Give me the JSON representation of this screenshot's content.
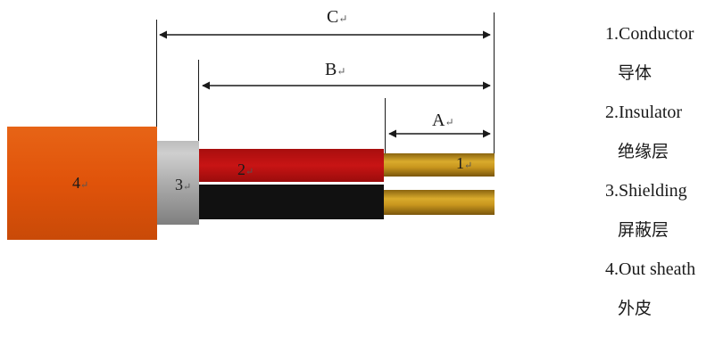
{
  "diagram": {
    "dimensions": [
      {
        "id": "dim-c",
        "letter": "C",
        "mark": "↵"
      },
      {
        "id": "dim-b",
        "letter": "B",
        "mark": "↵"
      },
      {
        "id": "dim-a",
        "letter": "A",
        "mark": "↵"
      }
    ],
    "layer_labels": [
      {
        "id": "sheath",
        "number": "4",
        "mark": "↵"
      },
      {
        "id": "shielding",
        "number": "3",
        "mark": "↵"
      },
      {
        "id": "insulator",
        "number": "2",
        "mark": "↵"
      },
      {
        "id": "conductor",
        "number": "1",
        "mark": "↵"
      }
    ],
    "colors": {
      "sheath": "#e0530a",
      "shielding": "#9c9c9c",
      "insulator_red": "#c01111",
      "insulator_black": "#111111",
      "conductor": "#c9961b",
      "dimension_line": "#1a1a1a"
    }
  },
  "legend": [
    {
      "en": "1.Conductor",
      "zh": "导体"
    },
    {
      "en": "2.Insulator",
      "zh": "绝缘层"
    },
    {
      "en": "3.Shielding",
      "zh": "屏蔽层"
    },
    {
      "en": "4.Out sheath",
      "zh": "外皮"
    }
  ]
}
